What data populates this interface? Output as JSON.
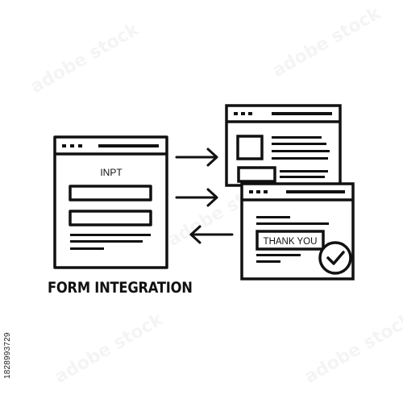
{
  "input_window": {
    "heading": "INPT"
  },
  "thank_you_window": {
    "message": "THANK YOU"
  },
  "caption": "FORM INTEGRATION",
  "stock_id": "1828993729",
  "watermark_text": "adobe stock",
  "colors": {
    "stroke": "#111111",
    "background": "#ffffff"
  },
  "icons": [
    "arrow-right-icon",
    "arrow-right-icon",
    "arrow-left-icon",
    "check-circle-icon"
  ]
}
